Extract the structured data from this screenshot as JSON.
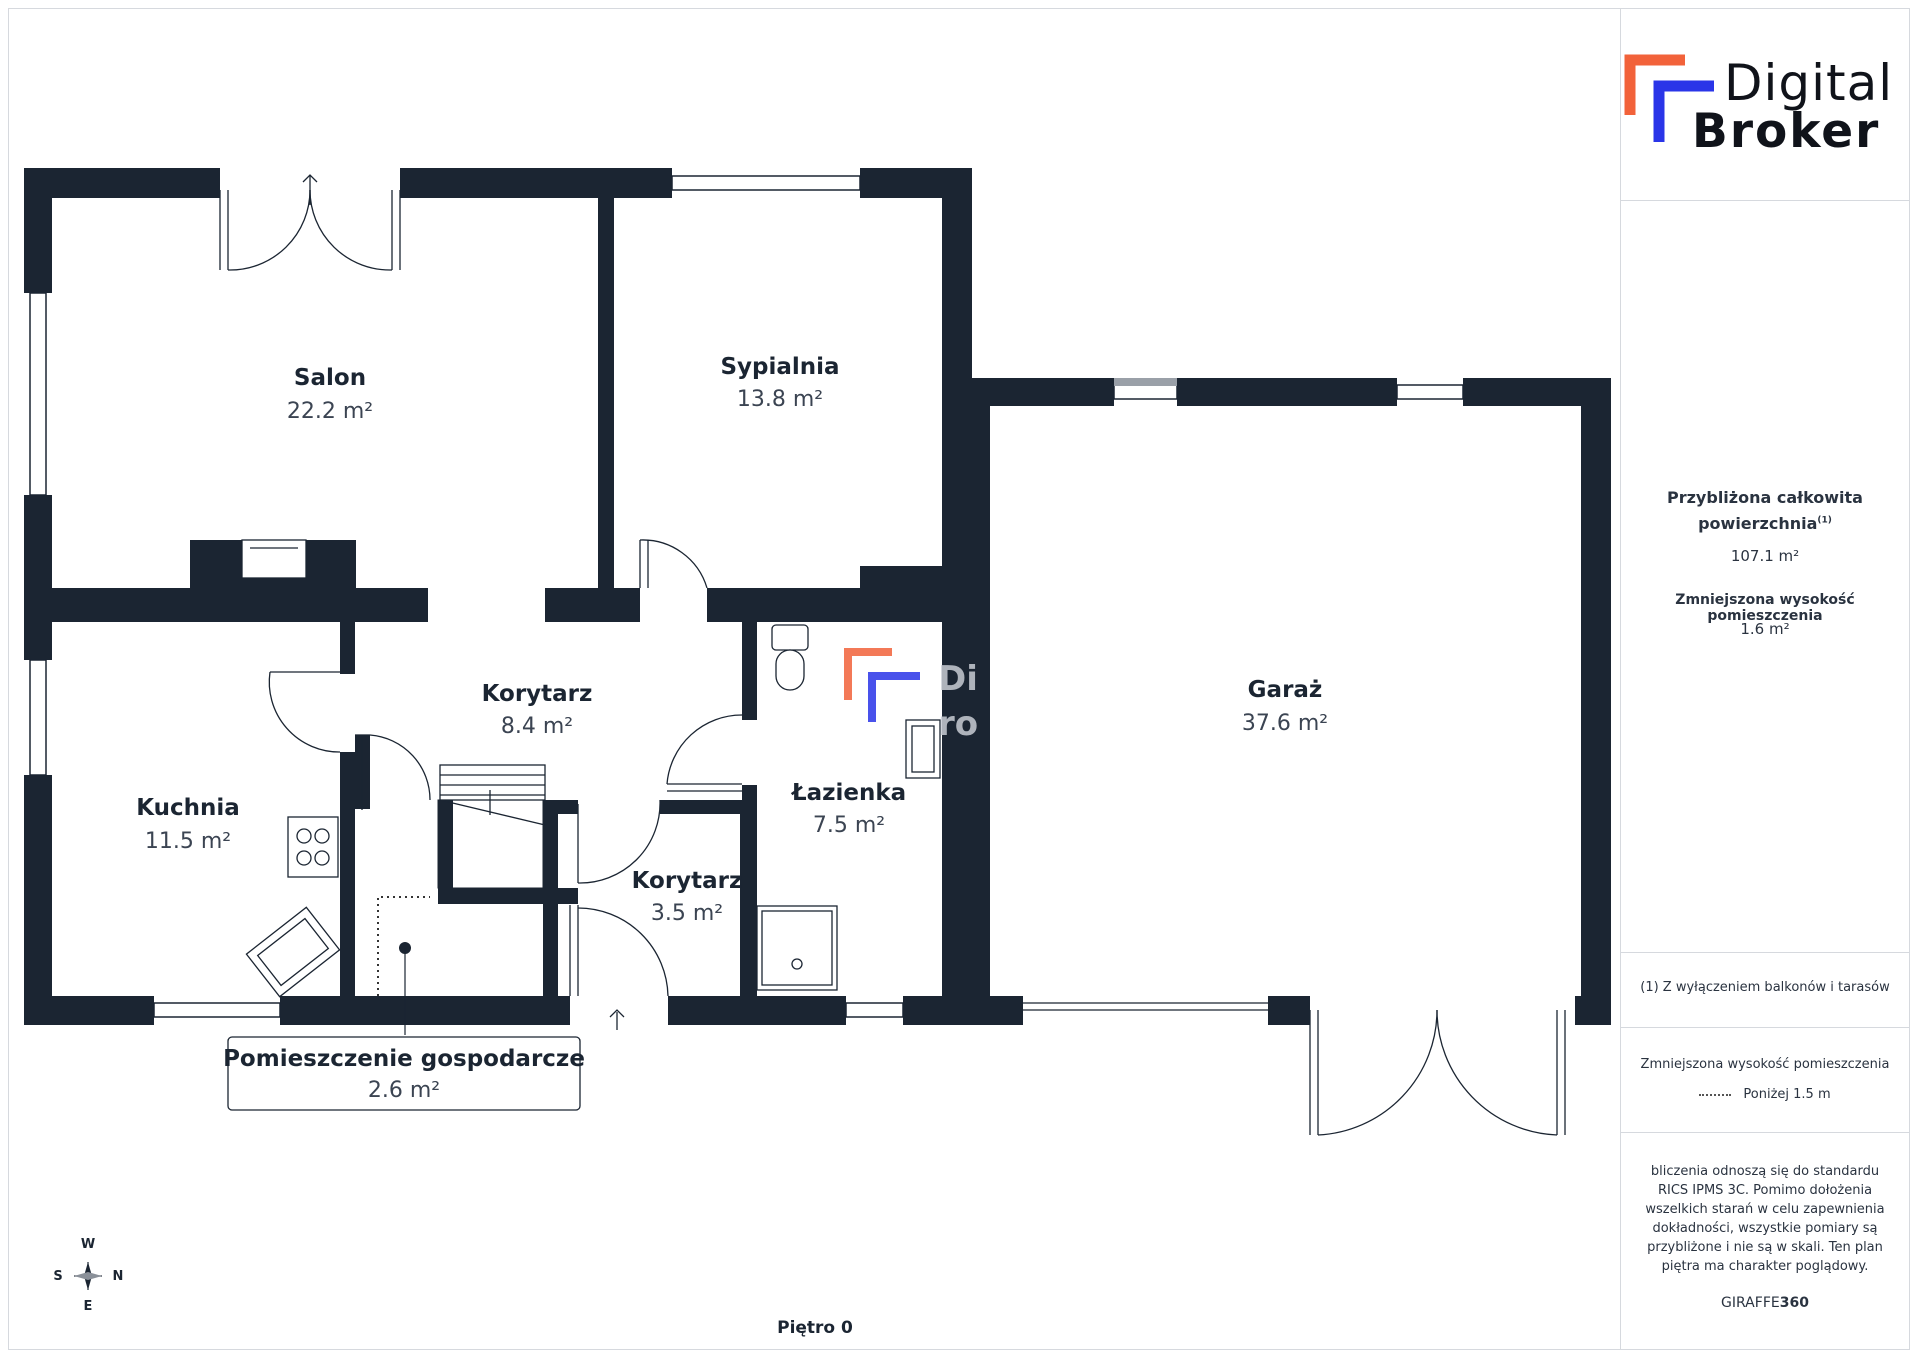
{
  "brand": {
    "line1": "Digital",
    "line2": "Broker",
    "color_orange": "#f2623a",
    "color_blue": "#2a35e8"
  },
  "colors": {
    "wall": "#1b2532",
    "text": "#1b2532"
  },
  "rooms": {
    "salon": {
      "name": "Salon",
      "area": "22.2 m²"
    },
    "sypialnia": {
      "name": "Sypialnia",
      "area": "13.8 m²"
    },
    "korytarz1": {
      "name": "Korytarz",
      "area": "8.4 m²"
    },
    "kuchnia": {
      "name": "Kuchnia",
      "area": "11.5 m²"
    },
    "lazienka": {
      "name": "Łazienka",
      "area": "7.5 m²"
    },
    "korytarz2": {
      "name": "Korytarz",
      "area": "3.5 m²"
    },
    "garaz": {
      "name": "Garaż",
      "area": "37.6 m²"
    },
    "gospodarcze": {
      "name": "Pomieszczenie gospodarcze",
      "area": "2.6 m²"
    }
  },
  "compass": {
    "w": "W",
    "s": "S",
    "n": "N",
    "e": "E"
  },
  "floor_label": "Piętro 0",
  "sidebar": {
    "total_label_1": "Przybliżona całkowita",
    "total_label_2": "powierzchnia",
    "total_sup": "(1)",
    "total_value": "107.1 m²",
    "reduced_label": "Zmniejszona wysokość pomieszczenia",
    "reduced_value": "1.6 m²",
    "footnote": "(1) Z wyłączeniem balkonów i tarasów",
    "legend_title": "Zmniejszona wysokość pomieszczenia",
    "legend_item": "Poniżej 1.5 m",
    "disclaimer_1": "bliczenia odnoszą się do standardu",
    "disclaimer_2": "RICS IPMS 3C. Pomimo dołożenia",
    "disclaimer_3": "wszelkich starań w celu zapewnienia",
    "disclaimer_4": "dokładności, wszystkie pomiary są",
    "disclaimer_5": "przybliżone i nie są w skali. Ten plan",
    "disclaimer_6": "piętra ma charakter poglądowy.",
    "credit_a": "GIRAFFE",
    "credit_b": "360"
  }
}
